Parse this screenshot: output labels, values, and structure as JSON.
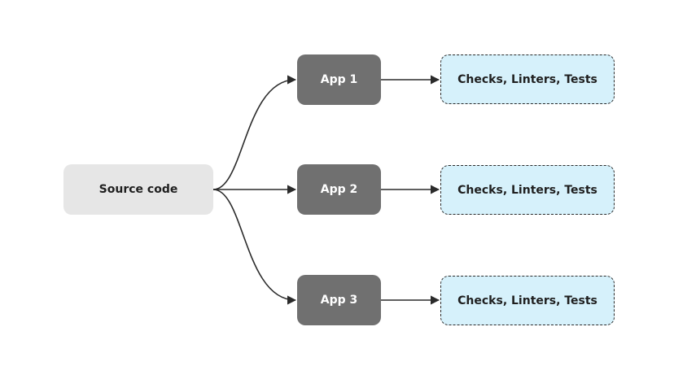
{
  "diagram": {
    "source": {
      "label": "Source code"
    },
    "apps": [
      {
        "label": "App 1"
      },
      {
        "label": "App 2"
      },
      {
        "label": "App 3"
      }
    ],
    "checks": [
      {
        "label": "Checks, Linters, Tests"
      },
      {
        "label": "Checks, Linters, Tests"
      },
      {
        "label": "Checks, Linters, Tests"
      }
    ]
  },
  "colors": {
    "source_fill": "#e6e6e6",
    "app_fill": "#707070",
    "check_fill": "#d6f1fb",
    "edge": "#2b2b2b"
  }
}
